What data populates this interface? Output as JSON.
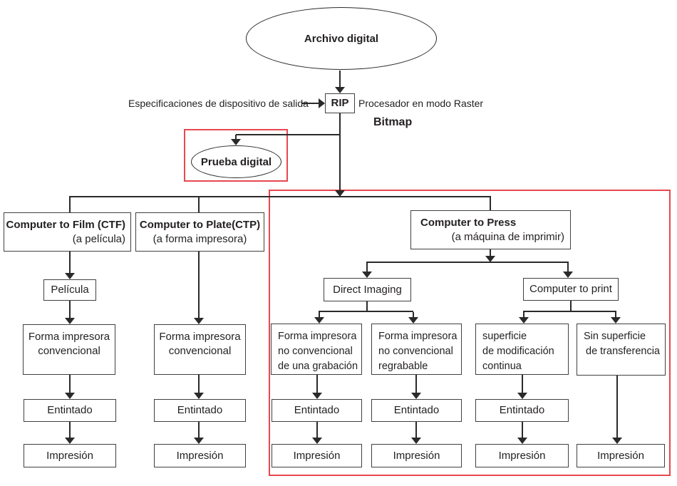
{
  "colors": {
    "line": "#2b2a29",
    "box_border": "#404040",
    "text": "#231f20",
    "highlight_red": "#e84750",
    "background": "#ffffff"
  },
  "nodes": {
    "archivo_digital": "Archivo digital",
    "especificaciones": "Especificaciones de dispositivo de salida",
    "rip": "RIP",
    "procesador": "Procesador en modo Raster",
    "bitmap": "Bitmap",
    "prueba_digital": "Prueba digital",
    "ctf": {
      "title": "Computer to Film (CTF)",
      "subtitle": "(a película)"
    },
    "ctp": {
      "title": "Computer to Plate(CTP)",
      "subtitle": "(a forma impresora)"
    },
    "press": {
      "title": "Computer to Press",
      "subtitle": "(a máquina de imprimir)"
    },
    "pelicula": "Película",
    "forma_convencional": [
      "Forma impresora",
      "convencional"
    ],
    "direct_imaging": "Direct Imaging",
    "computer_to_print": "Computer to print",
    "forma_no_conv_grabacion": [
      "Forma impresora",
      "no convencional",
      "de una grabación"
    ],
    "forma_no_conv_regrabable": [
      "Forma impresora",
      "no convencional",
      "regrabable"
    ],
    "superficie_modificacion": [
      "superficie",
      "de modificación",
      "continua"
    ],
    "sin_superficie": [
      "Sin superficie",
      "de transferencia"
    ]
  },
  "labels": {
    "entintado": "Entintado",
    "impresion": "Impresión"
  }
}
